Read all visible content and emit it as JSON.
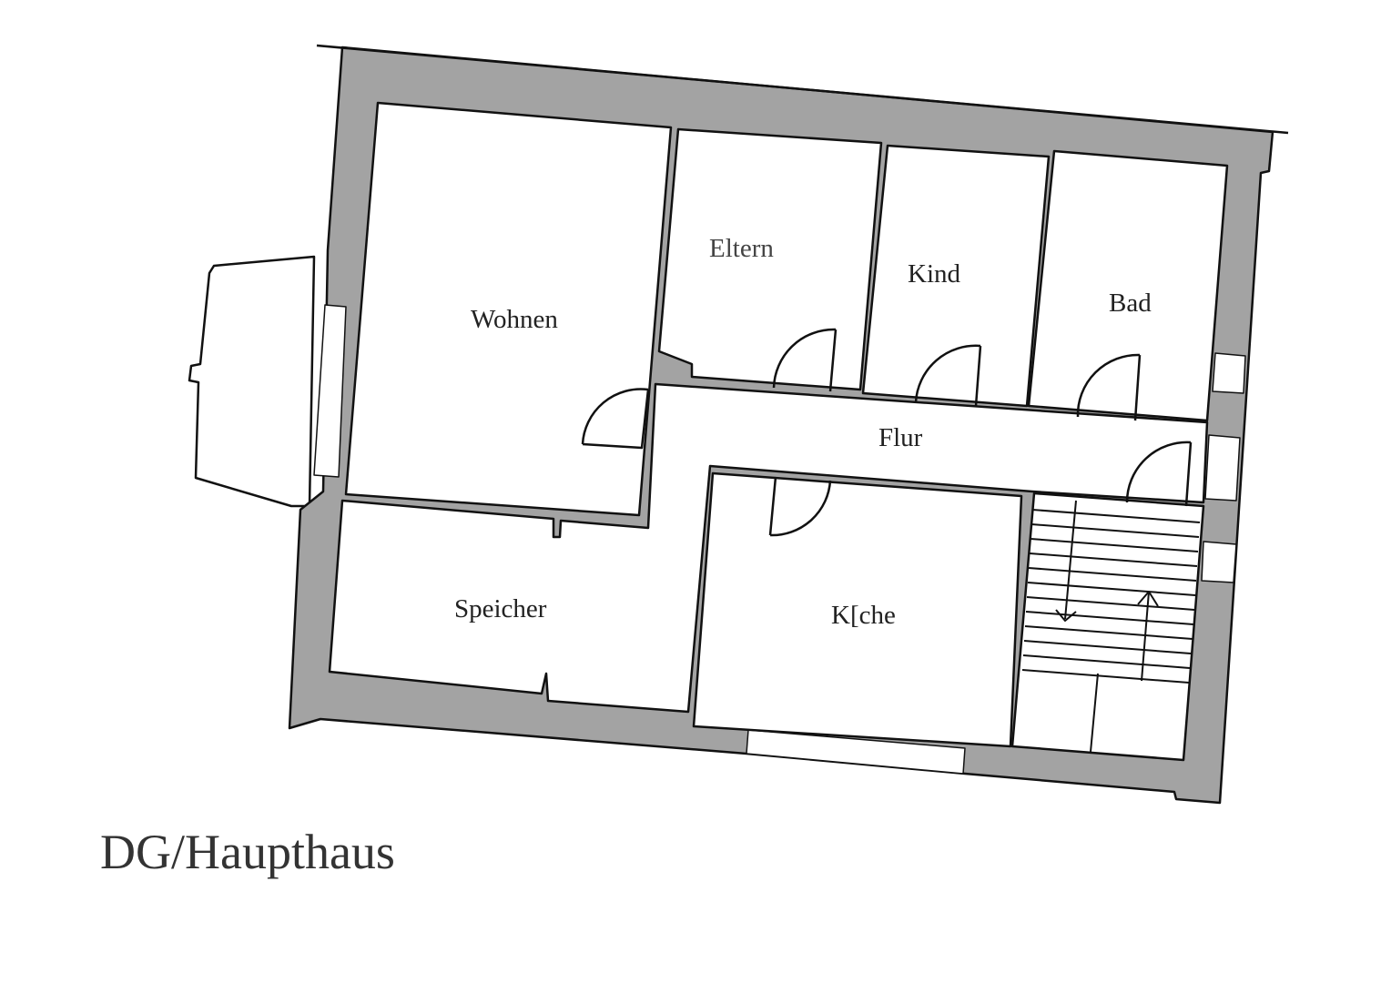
{
  "title": "DG/Haupthaus",
  "rooms": {
    "wohnen": "Wohnen",
    "eltern": "Eltern",
    "kind": "Kind",
    "bad": "Bad",
    "flur": "Flur",
    "speicher": "Speicher",
    "kueche": "K[che"
  },
  "colors": {
    "wall": "#a3a3a3",
    "line": "#111111",
    "room": "#ffffff"
  }
}
